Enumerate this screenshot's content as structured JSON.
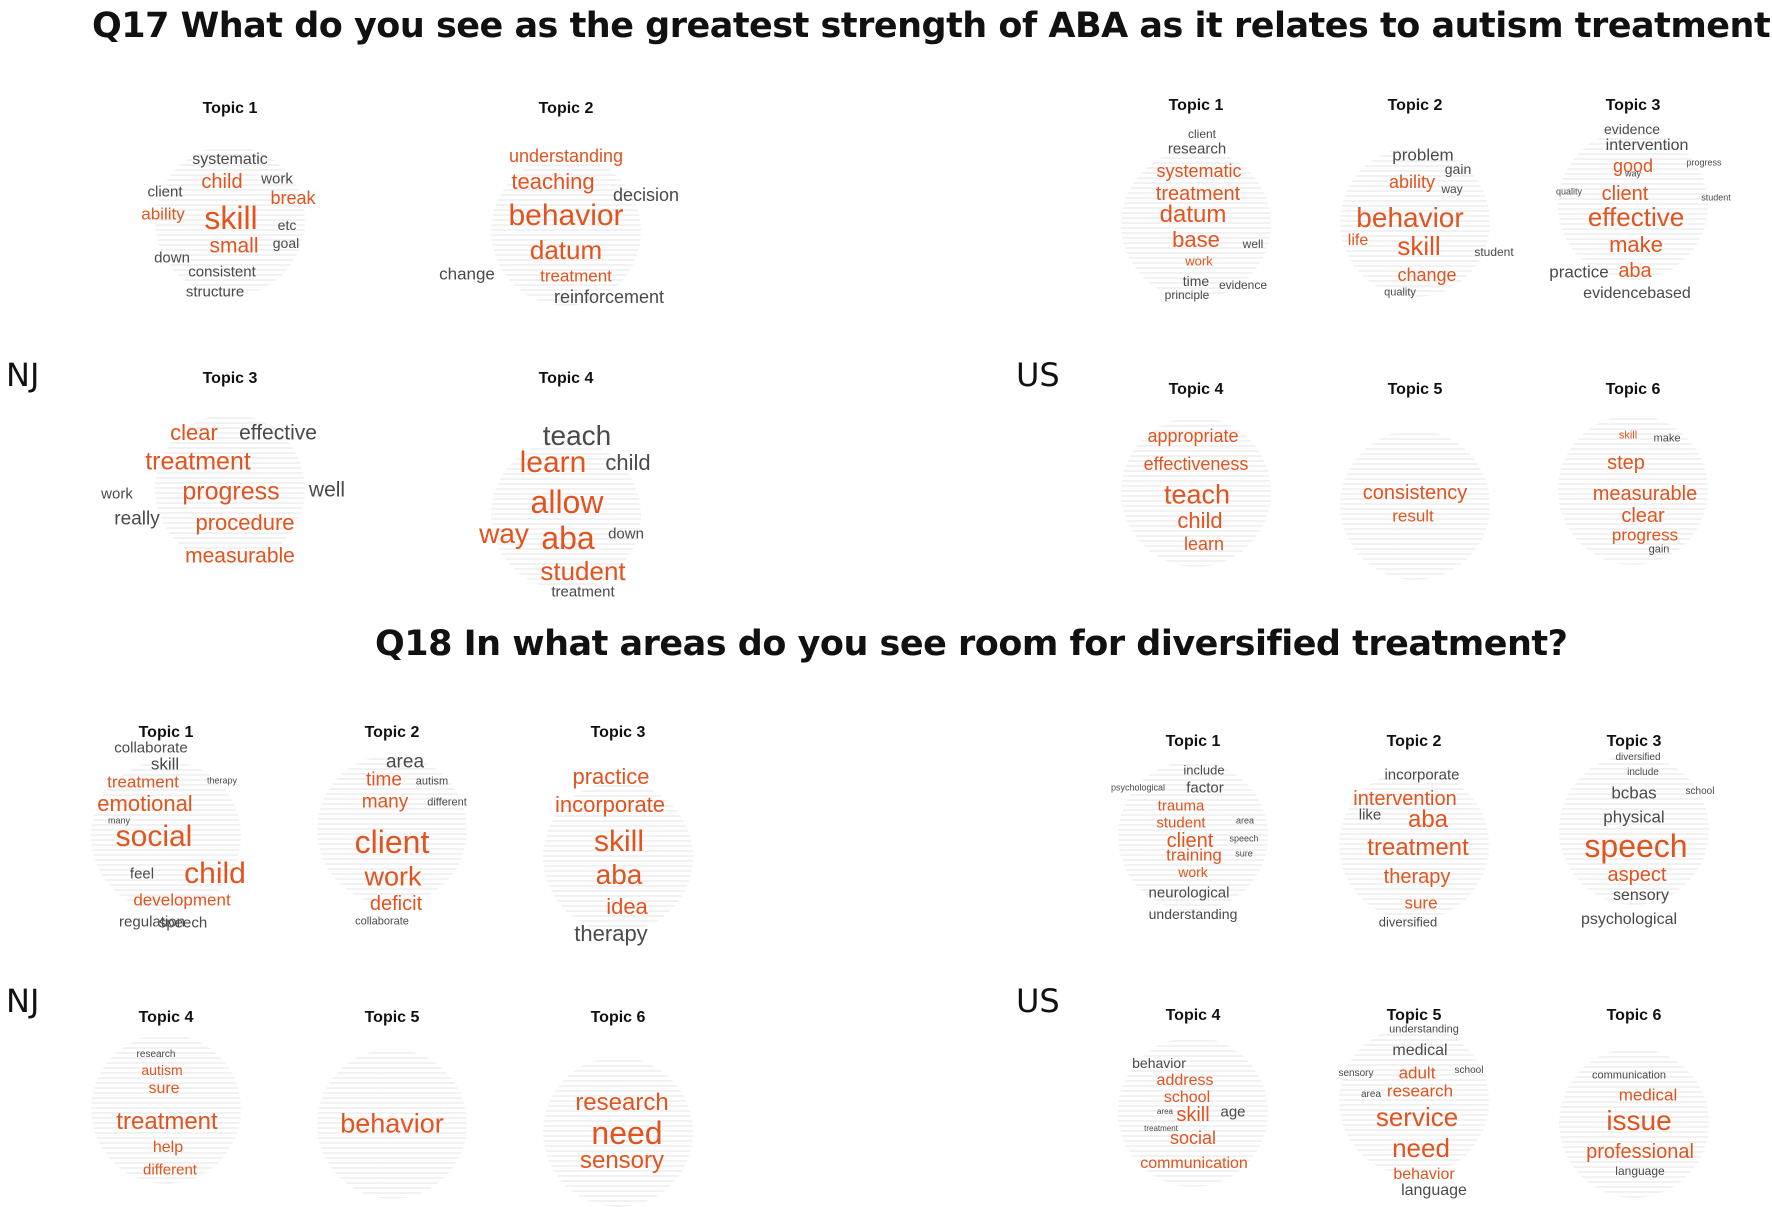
{
  "colors": {
    "accent": "#e2541f",
    "neutral": "#4a4a4a",
    "title": "#111111"
  },
  "q17": {
    "title": "Q17 What do you see as the greatest strength of ABA as it relates to autism treatment?"
  },
  "q18": {
    "title": "Q18 In what areas do you see room for diversified treatment?"
  },
  "regions": {
    "nj_q17": "NJ",
    "us_q17": "US",
    "nj_q18": "NJ",
    "us_q18": "US"
  },
  "wordclouds": [
    {
      "group": "q17-nj",
      "title": "Topic 1",
      "words": [
        {
          "t": "systematic",
          "c": "g",
          "s": 16
        },
        {
          "t": "child",
          "c": "o",
          "s": 20
        },
        {
          "t": "work",
          "c": "g",
          "s": 15
        },
        {
          "t": "client",
          "c": "g",
          "s": 15
        },
        {
          "t": "break",
          "c": "o",
          "s": 18
        },
        {
          "t": "ability",
          "c": "o",
          "s": 17
        },
        {
          "t": "skill",
          "c": "o",
          "s": 32
        },
        {
          "t": "etc",
          "c": "g",
          "s": 14
        },
        {
          "t": "small",
          "c": "o",
          "s": 21
        },
        {
          "t": "goal",
          "c": "g",
          "s": 14
        },
        {
          "t": "down",
          "c": "g",
          "s": 15
        },
        {
          "t": "consistent",
          "c": "g",
          "s": 15
        },
        {
          "t": "structure",
          "c": "g",
          "s": 15
        }
      ]
    },
    {
      "group": "q17-nj",
      "title": "Topic 2",
      "words": [
        {
          "t": "understanding",
          "c": "o",
          "s": 18
        },
        {
          "t": "teaching",
          "c": "o",
          "s": 22
        },
        {
          "t": "decision",
          "c": "g",
          "s": 18
        },
        {
          "t": "behavior",
          "c": "o",
          "s": 30
        },
        {
          "t": "datum",
          "c": "o",
          "s": 26
        },
        {
          "t": "change",
          "c": "g",
          "s": 17
        },
        {
          "t": "treatment",
          "c": "o",
          "s": 17
        },
        {
          "t": "reinforcement",
          "c": "g",
          "s": 18
        }
      ]
    },
    {
      "group": "q17-nj",
      "title": "Topic 3",
      "words": [
        {
          "t": "clear",
          "c": "o",
          "s": 22
        },
        {
          "t": "effective",
          "c": "g",
          "s": 21
        },
        {
          "t": "treatment",
          "c": "o",
          "s": 25
        },
        {
          "t": "work",
          "c": "g",
          "s": 15
        },
        {
          "t": "progress",
          "c": "o",
          "s": 25
        },
        {
          "t": "well",
          "c": "g",
          "s": 21
        },
        {
          "t": "really",
          "c": "g",
          "s": 19
        },
        {
          "t": "procedure",
          "c": "o",
          "s": 22
        },
        {
          "t": "measurable",
          "c": "o",
          "s": 21
        }
      ]
    },
    {
      "group": "q17-nj",
      "title": "Topic 4",
      "words": [
        {
          "t": "teach",
          "c": "g",
          "s": 28
        },
        {
          "t": "learn",
          "c": "o",
          "s": 30
        },
        {
          "t": "child",
          "c": "g",
          "s": 22
        },
        {
          "t": "allow",
          "c": "o",
          "s": 32
        },
        {
          "t": "way",
          "c": "o",
          "s": 28
        },
        {
          "t": "aba",
          "c": "o",
          "s": 32
        },
        {
          "t": "down",
          "c": "g",
          "s": 15
        },
        {
          "t": "student",
          "c": "o",
          "s": 26
        },
        {
          "t": "treatment",
          "c": "g",
          "s": 15
        }
      ]
    },
    {
      "group": "q17-us",
      "title": "Topic 1",
      "words": [
        {
          "t": "client",
          "c": "g",
          "s": 12
        },
        {
          "t": "research",
          "c": "g",
          "s": 15
        },
        {
          "t": "systematic",
          "c": "o",
          "s": 18
        },
        {
          "t": "treatment",
          "c": "o",
          "s": 20
        },
        {
          "t": "datum",
          "c": "o",
          "s": 24
        },
        {
          "t": "base",
          "c": "o",
          "s": 22
        },
        {
          "t": "well",
          "c": "g",
          "s": 12
        },
        {
          "t": "work",
          "c": "o",
          "s": 13
        },
        {
          "t": "time",
          "c": "g",
          "s": 14
        },
        {
          "t": "evidence",
          "c": "g",
          "s": 12
        },
        {
          "t": "principle",
          "c": "g",
          "s": 12
        }
      ]
    },
    {
      "group": "q17-us",
      "title": "Topic 2",
      "words": [
        {
          "t": "problem",
          "c": "g",
          "s": 17
        },
        {
          "t": "gain",
          "c": "g",
          "s": 14
        },
        {
          "t": "ability",
          "c": "o",
          "s": 18
        },
        {
          "t": "way",
          "c": "g",
          "s": 12
        },
        {
          "t": "behavior",
          "c": "o",
          "s": 28
        },
        {
          "t": "life",
          "c": "o",
          "s": 16
        },
        {
          "t": "skill",
          "c": "o",
          "s": 26
        },
        {
          "t": "student",
          "c": "g",
          "s": 12
        },
        {
          "t": "change",
          "c": "o",
          "s": 18
        },
        {
          "t": "quality",
          "c": "g",
          "s": 11
        }
      ]
    },
    {
      "group": "q17-us",
      "title": "Topic 3",
      "words": [
        {
          "t": "evidence",
          "c": "g",
          "s": 14
        },
        {
          "t": "intervention",
          "c": "g",
          "s": 16
        },
        {
          "t": "good",
          "c": "o",
          "s": 18
        },
        {
          "t": "progress",
          "c": "g",
          "s": 9
        },
        {
          "t": "way",
          "c": "g",
          "s": 9
        },
        {
          "t": "quality",
          "c": "g",
          "s": 9
        },
        {
          "t": "client",
          "c": "o",
          "s": 20
        },
        {
          "t": "student",
          "c": "g",
          "s": 9
        },
        {
          "t": "effective",
          "c": "o",
          "s": 26
        },
        {
          "t": "make",
          "c": "o",
          "s": 22
        },
        {
          "t": "practice",
          "c": "g",
          "s": 17
        },
        {
          "t": "aba",
          "c": "o",
          "s": 20
        },
        {
          "t": "evidencebased",
          "c": "g",
          "s": 16
        }
      ]
    },
    {
      "group": "q17-us",
      "title": "Topic 4",
      "words": [
        {
          "t": "appropriate",
          "c": "o",
          "s": 18
        },
        {
          "t": "effectiveness",
          "c": "o",
          "s": 18
        },
        {
          "t": "teach",
          "c": "o",
          "s": 27
        },
        {
          "t": "child",
          "c": "o",
          "s": 22
        },
        {
          "t": "learn",
          "c": "o",
          "s": 18
        }
      ]
    },
    {
      "group": "q17-us",
      "title": "Topic 5",
      "words": [
        {
          "t": "consistency",
          "c": "o",
          "s": 20
        },
        {
          "t": "result",
          "c": "o",
          "s": 17
        }
      ]
    },
    {
      "group": "q17-us",
      "title": "Topic 6",
      "words": [
        {
          "t": "skill",
          "c": "o",
          "s": 11
        },
        {
          "t": "make",
          "c": "g",
          "s": 11
        },
        {
          "t": "step",
          "c": "o",
          "s": 20
        },
        {
          "t": "measurable",
          "c": "o",
          "s": 20
        },
        {
          "t": "clear",
          "c": "o",
          "s": 20
        },
        {
          "t": "progress",
          "c": "o",
          "s": 17
        },
        {
          "t": "gain",
          "c": "g",
          "s": 11
        }
      ]
    },
    {
      "group": "q18-nj",
      "title": "Topic 1",
      "words": [
        {
          "t": "collaborate",
          "c": "g",
          "s": 15
        },
        {
          "t": "skill",
          "c": "g",
          "s": 17
        },
        {
          "t": "treatment",
          "c": "o",
          "s": 17
        },
        {
          "t": "therapy",
          "c": "g",
          "s": 9
        },
        {
          "t": "emotional",
          "c": "o",
          "s": 22
        },
        {
          "t": "many",
          "c": "g",
          "s": 9
        },
        {
          "t": "social",
          "c": "o",
          "s": 30
        },
        {
          "t": "child",
          "c": "o",
          "s": 30
        },
        {
          "t": "feel",
          "c": "g",
          "s": 15
        },
        {
          "t": "development",
          "c": "o",
          "s": 17
        },
        {
          "t": "regulation",
          "c": "g",
          "s": 15
        },
        {
          "t": "speech",
          "c": "g",
          "s": 15
        }
      ]
    },
    {
      "group": "q18-nj",
      "title": "Topic 2",
      "words": [
        {
          "t": "area",
          "c": "g",
          "s": 19
        },
        {
          "t": "time",
          "c": "o",
          "s": 19
        },
        {
          "t": "autism",
          "c": "g",
          "s": 11
        },
        {
          "t": "many",
          "c": "o",
          "s": 19
        },
        {
          "t": "different",
          "c": "g",
          "s": 11
        },
        {
          "t": "client",
          "c": "o",
          "s": 32
        },
        {
          "t": "work",
          "c": "o",
          "s": 27
        },
        {
          "t": "deficit",
          "c": "o",
          "s": 20
        },
        {
          "t": "collaborate",
          "c": "g",
          "s": 11
        }
      ]
    },
    {
      "group": "q18-nj",
      "title": "Topic 3",
      "words": [
        {
          "t": "practice",
          "c": "o",
          "s": 22
        },
        {
          "t": "incorporate",
          "c": "o",
          "s": 22
        },
        {
          "t": "skill",
          "c": "o",
          "s": 30
        },
        {
          "t": "aba",
          "c": "o",
          "s": 28
        },
        {
          "t": "idea",
          "c": "o",
          "s": 22
        },
        {
          "t": "therapy",
          "c": "g",
          "s": 22
        }
      ]
    },
    {
      "group": "q18-nj",
      "title": "Topic 4",
      "words": [
        {
          "t": "research",
          "c": "g",
          "s": 10
        },
        {
          "t": "autism",
          "c": "o",
          "s": 14
        },
        {
          "t": "sure",
          "c": "o",
          "s": 16
        },
        {
          "t": "treatment",
          "c": "o",
          "s": 24
        },
        {
          "t": "help",
          "c": "o",
          "s": 16
        },
        {
          "t": "different",
          "c": "o",
          "s": 15
        }
      ]
    },
    {
      "group": "q18-nj",
      "title": "Topic 5",
      "words": [
        {
          "t": "behavior",
          "c": "o",
          "s": 27
        }
      ]
    },
    {
      "group": "q18-nj",
      "title": "Topic 6",
      "words": [
        {
          "t": "research",
          "c": "o",
          "s": 24
        },
        {
          "t": "need",
          "c": "o",
          "s": 32
        },
        {
          "t": "sensory",
          "c": "o",
          "s": 24
        }
      ]
    },
    {
      "group": "q18-us",
      "title": "Topic 1",
      "words": [
        {
          "t": "include",
          "c": "g",
          "s": 13
        },
        {
          "t": "psychological",
          "c": "g",
          "s": 9
        },
        {
          "t": "factor",
          "c": "g",
          "s": 15
        },
        {
          "t": "trauma",
          "c": "o",
          "s": 15
        },
        {
          "t": "student",
          "c": "o",
          "s": 15
        },
        {
          "t": "area",
          "c": "g",
          "s": 9
        },
        {
          "t": "client",
          "c": "o",
          "s": 20
        },
        {
          "t": "speech",
          "c": "g",
          "s": 9
        },
        {
          "t": "sure",
          "c": "g",
          "s": 9
        },
        {
          "t": "training",
          "c": "o",
          "s": 17
        },
        {
          "t": "work",
          "c": "o",
          "s": 14
        },
        {
          "t": "neurological",
          "c": "g",
          "s": 15
        },
        {
          "t": "understanding",
          "c": "g",
          "s": 14
        }
      ]
    },
    {
      "group": "q18-us",
      "title": "Topic 2",
      "words": [
        {
          "t": "incorporate",
          "c": "g",
          "s": 15
        },
        {
          "t": "intervention",
          "c": "o",
          "s": 20
        },
        {
          "t": "like",
          "c": "g",
          "s": 15
        },
        {
          "t": "aba",
          "c": "o",
          "s": 24
        },
        {
          "t": "treatment",
          "c": "o",
          "s": 24
        },
        {
          "t": "therapy",
          "c": "o",
          "s": 20
        },
        {
          "t": "sure",
          "c": "o",
          "s": 17
        },
        {
          "t": "diversified",
          "c": "g",
          "s": 13
        }
      ]
    },
    {
      "group": "q18-us",
      "title": "Topic 3",
      "words": [
        {
          "t": "diversified",
          "c": "g",
          "s": 10
        },
        {
          "t": "include",
          "c": "g",
          "s": 10
        },
        {
          "t": "bcbas",
          "c": "g",
          "s": 17
        },
        {
          "t": "school",
          "c": "g",
          "s": 10
        },
        {
          "t": "physical",
          "c": "g",
          "s": 17
        },
        {
          "t": "speech",
          "c": "o",
          "s": 32
        },
        {
          "t": "aspect",
          "c": "o",
          "s": 20
        },
        {
          "t": "sensory",
          "c": "g",
          "s": 16
        },
        {
          "t": "psychological",
          "c": "g",
          "s": 16
        }
      ]
    },
    {
      "group": "q18-us",
      "title": "Topic 4",
      "words": [
        {
          "t": "behavior",
          "c": "g",
          "s": 14
        },
        {
          "t": "address",
          "c": "o",
          "s": 16
        },
        {
          "t": "school",
          "c": "o",
          "s": 16
        },
        {
          "t": "area",
          "c": "g",
          "s": 8
        },
        {
          "t": "skill",
          "c": "o",
          "s": 20
        },
        {
          "t": "age",
          "c": "g",
          "s": 15
        },
        {
          "t": "treatment",
          "c": "g",
          "s": 8
        },
        {
          "t": "social",
          "c": "o",
          "s": 18
        },
        {
          "t": "communication",
          "c": "o",
          "s": 16
        }
      ]
    },
    {
      "group": "q18-us",
      "title": "Topic 5",
      "words": [
        {
          "t": "understanding",
          "c": "g",
          "s": 11
        },
        {
          "t": "medical",
          "c": "g",
          "s": 16
        },
        {
          "t": "sensory",
          "c": "g",
          "s": 10
        },
        {
          "t": "adult",
          "c": "o",
          "s": 17
        },
        {
          "t": "school",
          "c": "g",
          "s": 10
        },
        {
          "t": "research",
          "c": "o",
          "s": 17
        },
        {
          "t": "area",
          "c": "g",
          "s": 10
        },
        {
          "t": "service",
          "c": "o",
          "s": 26
        },
        {
          "t": "need",
          "c": "o",
          "s": 26
        },
        {
          "t": "behavior",
          "c": "o",
          "s": 16
        },
        {
          "t": "language",
          "c": "g",
          "s": 16
        }
      ]
    },
    {
      "group": "q18-us",
      "title": "Topic 6",
      "words": [
        {
          "t": "communication",
          "c": "g",
          "s": 11
        },
        {
          "t": "medical",
          "c": "o",
          "s": 17
        },
        {
          "t": "issue",
          "c": "o",
          "s": 28
        },
        {
          "t": "professional",
          "c": "o",
          "s": 20
        },
        {
          "t": "language",
          "c": "g",
          "s": 12
        }
      ]
    }
  ]
}
